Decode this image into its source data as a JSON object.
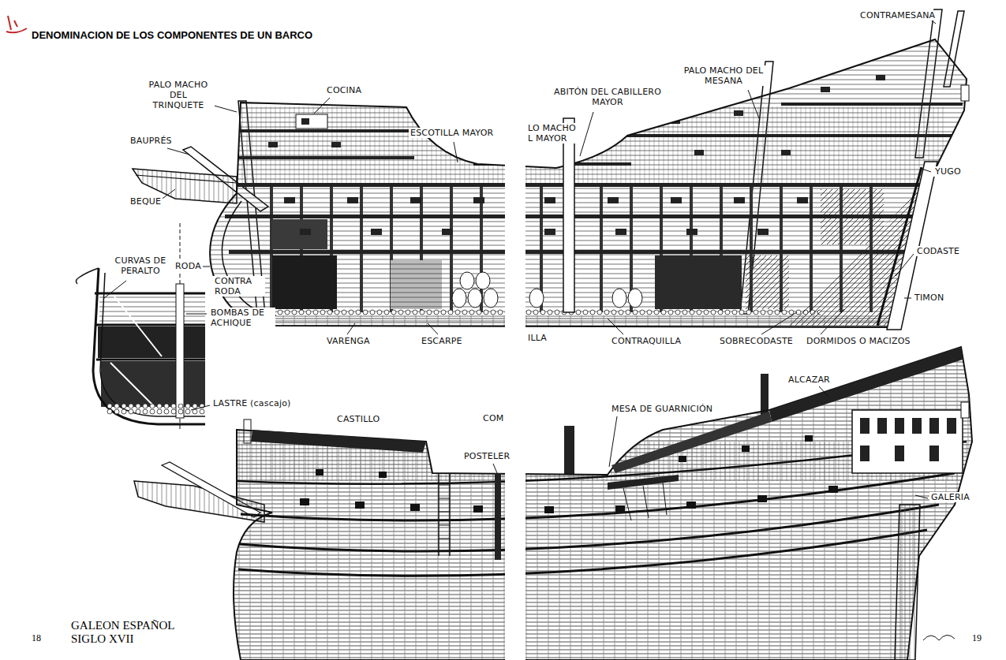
{
  "diagram": {
    "title": "DENOMINACION DE LOS COMPONENTES DE UN BARCO",
    "caption": "GALEON ESPAÑOL SIGLO XVII",
    "labels": [
      "PALO MACHO DEL TRINQUETE",
      "COCINA",
      "ESCOTILLA MAYOR",
      "BAUPRÉS",
      "BEQUE",
      "LO MACHO L MAYOR",
      "ABITÓN DEL CABILLERO MAYOR",
      "PALO MACHO DEL MESANA",
      "CONTRAMESANA",
      "YUGO",
      "CURVAS DE PERALTO",
      "RODA",
      "CONTRA RODA",
      "BOMBAS DE ACHIQUE",
      "LASTRE (cascajo)",
      "VARENGA",
      "ESCARPE",
      "ILLA",
      "CONTRAQUILLA",
      "SOBRECODASTE",
      "DORMIDOS O MACIZOS",
      "CODASTE",
      "TIMON",
      "CASTILLO",
      "COM",
      "POSTELER",
      "MESA DE GUARNICIÓN",
      "ALCAZAR",
      "GALERIA",
      "18",
      "19"
    ]
  }
}
